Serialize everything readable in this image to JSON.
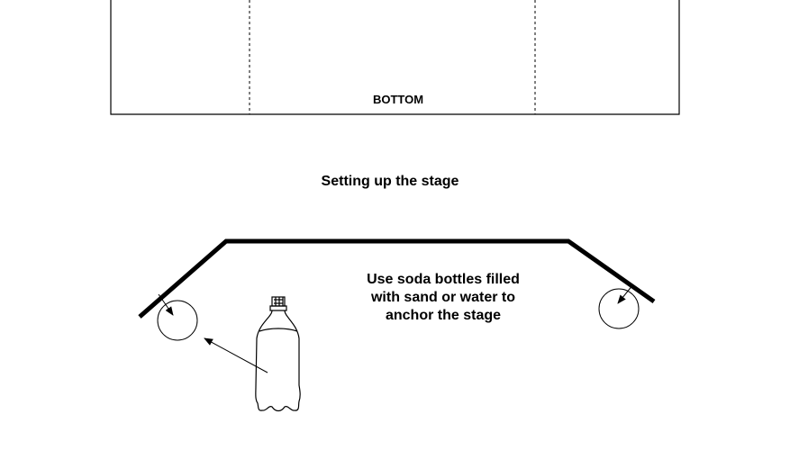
{
  "labels": {
    "bottom": "BOTTOM",
    "title": "Setting up the stage",
    "note_lines": [
      "Use soda bottles filled",
      "with sand or water to",
      "anchor the stage"
    ]
  },
  "colors": {
    "ink": "#000000",
    "background": "#ffffff"
  }
}
